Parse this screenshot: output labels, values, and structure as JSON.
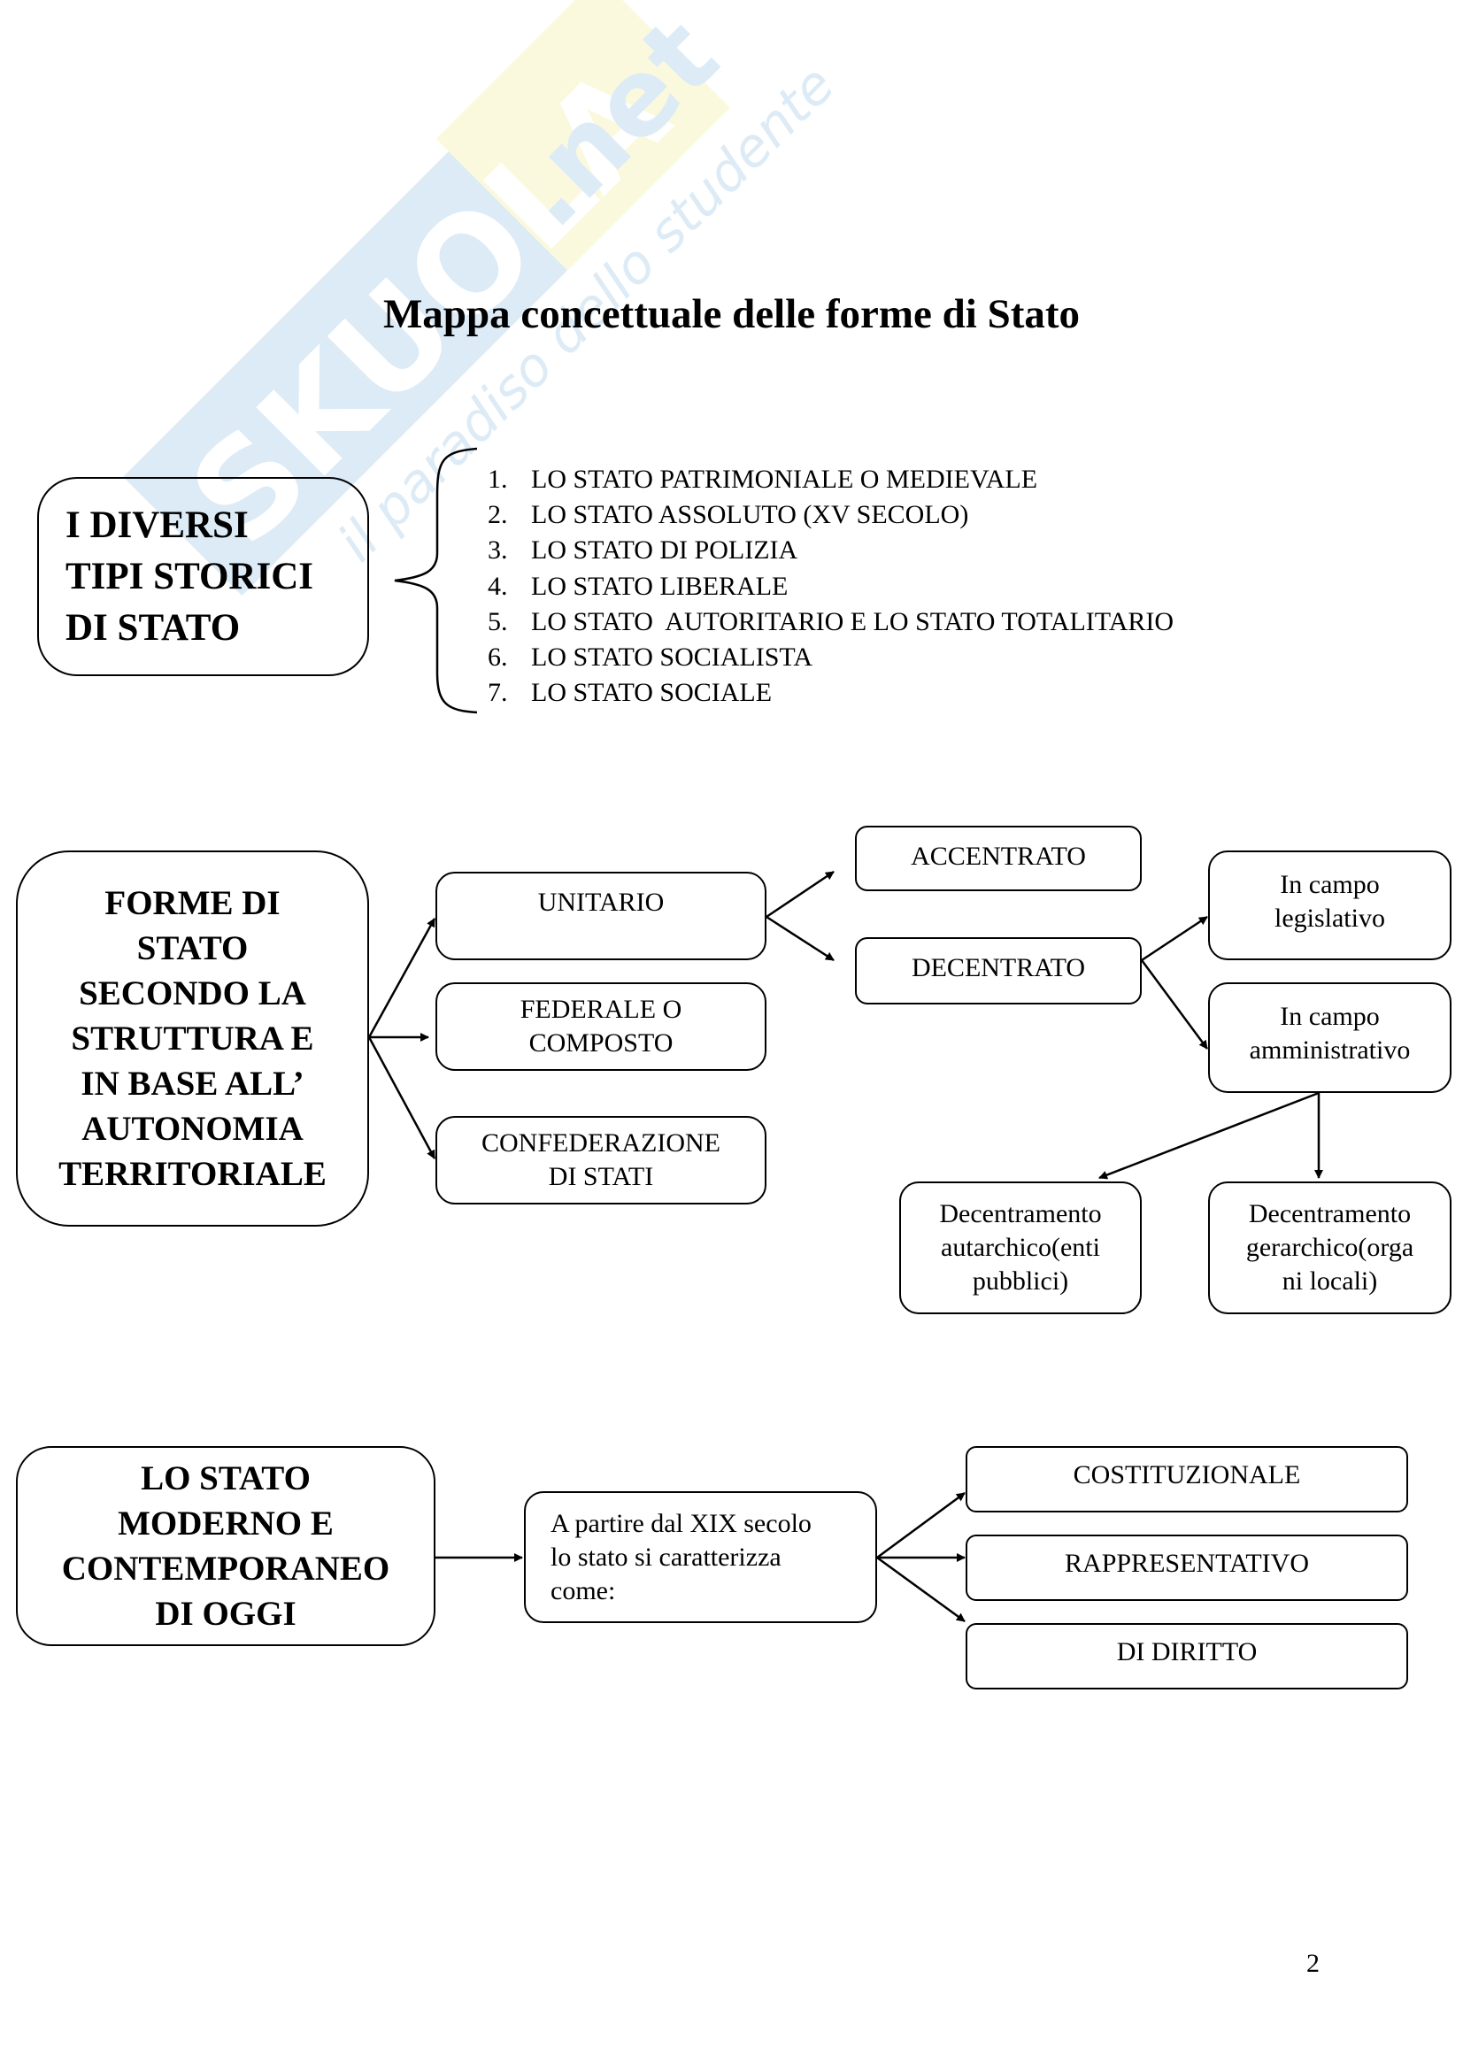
{
  "watermark": {
    "brand": "SKUOLA.net",
    "tagline": "il paradiso dello studente"
  },
  "title": "Mappa concettuale delle forme di Stato",
  "section1": {
    "label_lines": [
      "I DIVERSI",
      "TIPI STORICI",
      "DI STATO"
    ],
    "items": [
      {
        "num": "1.",
        "text": "LO STATO PATRIMONIALE O MEDIEVALE"
      },
      {
        "num": "2.",
        "text": "LO STATO ASSOLUTO (XV SECOLO)"
      },
      {
        "num": "3.",
        "text": "LO STATO DI POLIZIA"
      },
      {
        "num": "4.",
        "text": "LO STATO LIBERALE"
      },
      {
        "num": "5.",
        "text": "LO STATO  AUTORITARIO E LO STATO TOTALITARIO"
      },
      {
        "num": "6.",
        "text": "LO STATO SOCIALISTA"
      },
      {
        "num": "7.",
        "text": "LO STATO SOCIALE"
      }
    ]
  },
  "section2": {
    "root_lines": [
      "FORME DI",
      "STATO",
      "SECONDO LA",
      "STRUTTURA E",
      "IN BASE ALL’",
      "AUTONOMIA",
      "TERRITORIALE"
    ],
    "unitario": "UNITARIO",
    "federale": [
      "FEDERALE O",
      "COMPOSTO"
    ],
    "confederazione": [
      "CONFEDERAZIONE",
      "DI STATI"
    ],
    "accentrato": "ACCENTRATO",
    "decentrato": "DECENTRATO",
    "legislativo": [
      "In campo",
      "legislativo"
    ],
    "amministrativo": [
      "In campo",
      "amministrativo"
    ],
    "autarchico": [
      "Decentramento",
      "autarchico(enti",
      "pubblici)"
    ],
    "gerarchico": [
      "Decentramento",
      "gerarchico(orga",
      "ni locali)"
    ]
  },
  "section3": {
    "root_lines": [
      "LO STATO",
      "MODERNO E",
      "CONTEMPORANEO",
      "DI OGGI"
    ],
    "middle_lines": [
      "A partire dal XIX secolo",
      "lo stato si caratterizza",
      "come:"
    ],
    "outcomes": [
      "COSTITUZIONALE",
      "RAPPRESENTATIVO",
      "DI DIRITTO"
    ]
  },
  "page_number": "2"
}
